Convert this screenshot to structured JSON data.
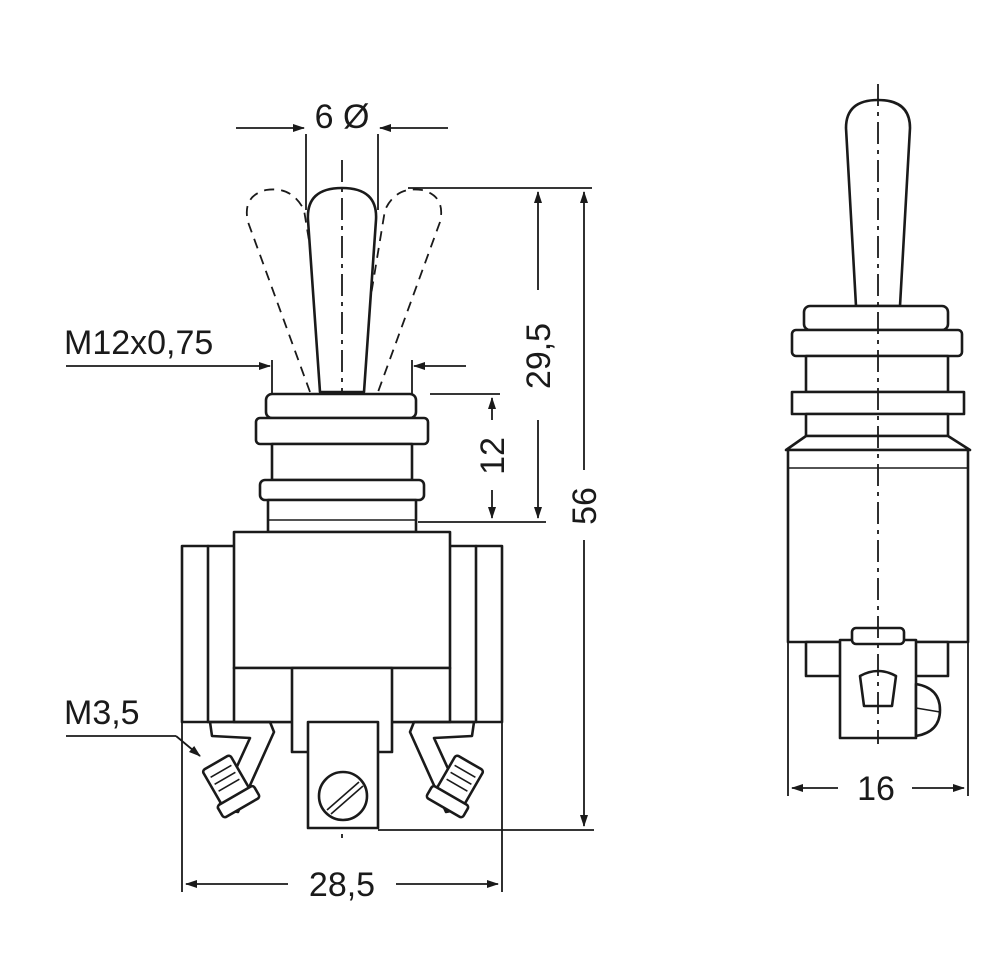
{
  "drawing": {
    "front_view": {
      "diameter_label": "6 Ø",
      "thread_label": "M12x0,75",
      "lever_height_label": "29,5",
      "bushing_height_label": "12",
      "total_height_label": "56",
      "screw_label": "M3,5",
      "width_label": "28,5"
    },
    "side_view": {
      "depth_label": "16"
    },
    "colors": {
      "line": "#1a1a1a",
      "background": "#ffffff"
    }
  }
}
